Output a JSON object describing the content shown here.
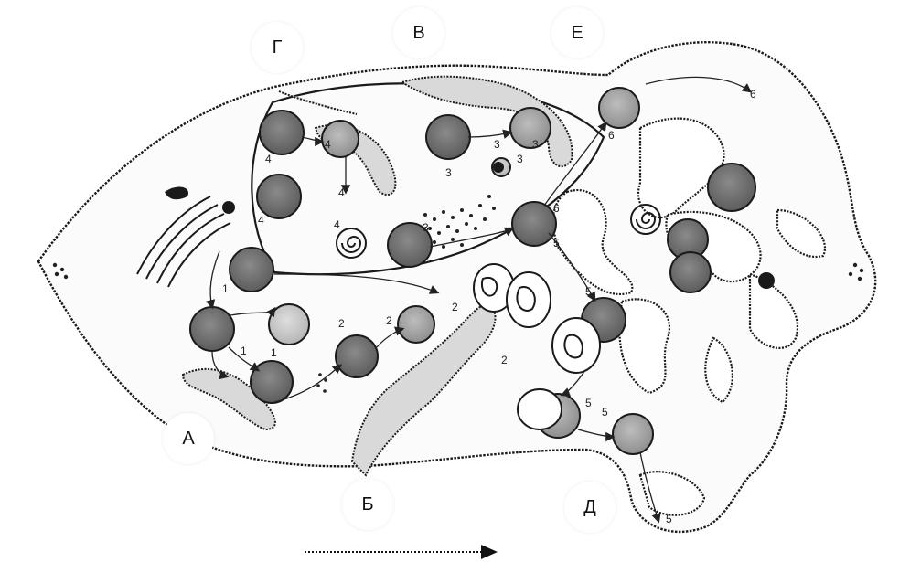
{
  "labels": {
    "a": "А",
    "b": "Б",
    "v": "В",
    "g": "Г",
    "d": "Д",
    "e": "Е"
  },
  "steps": {
    "one": "1",
    "two": "2",
    "three": "3",
    "four": "4",
    "five": "5",
    "six": "6"
  },
  "colors": {
    "outline": "#1a1a1a",
    "granule_dark": "#6e6e6e",
    "granule_mid": "#9a9a9a",
    "granule_light": "#c4c4c4",
    "background": "#ffffff"
  },
  "icons": {
    "direction_arrow": "dotted-right-arrow"
  }
}
